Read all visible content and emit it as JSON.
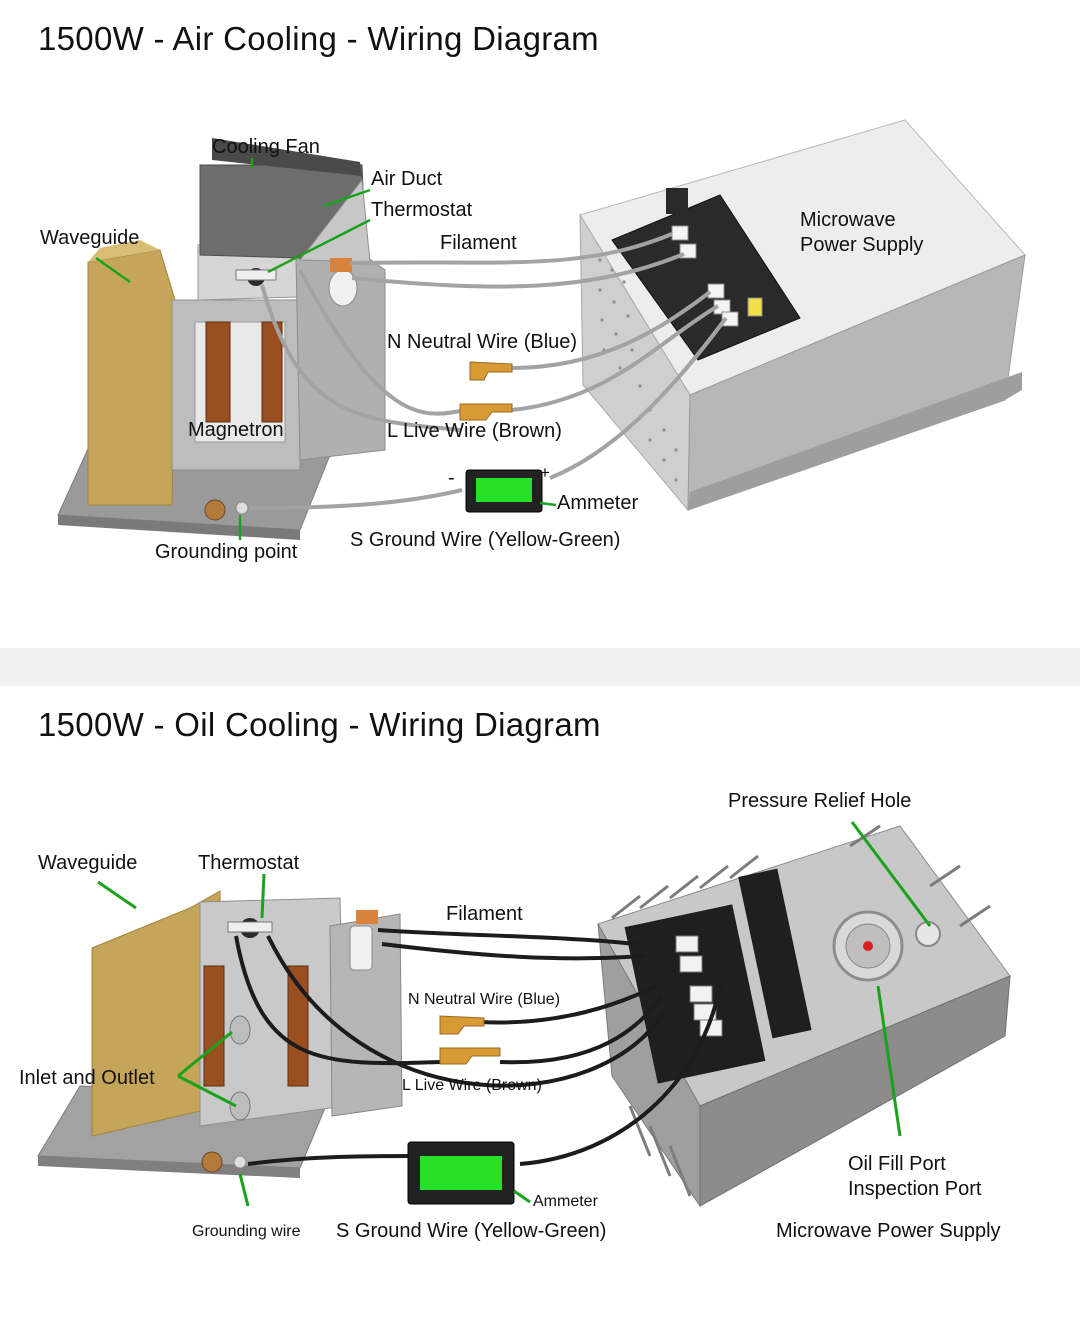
{
  "air": {
    "title": "1500W - Air Cooling - Wiring Diagram",
    "labels": {
      "cooling_fan": "Cooling Fan",
      "air_duct": "Air Duct",
      "thermostat": "Thermostat",
      "waveguide": "Waveguide",
      "filament": "Filament",
      "power_supply_line1": "Microwave",
      "power_supply_line2": "Power Supply",
      "neutral": "N Neutral Wire (Blue)",
      "magnetron": "Magnetron",
      "live": "L Live Wire (Brown)",
      "minus": "-",
      "plus": "+",
      "ammeter": "Ammeter",
      "grounding_point": "Grounding point",
      "ground_wire": "S Ground Wire (Yellow-Green)"
    }
  },
  "oil": {
    "title": "1500W - Oil Cooling - Wiring Diagram",
    "labels": {
      "pressure_relief": "Pressure Relief Hole",
      "waveguide": "Waveguide",
      "thermostat": "Thermostat",
      "filament": "Filament",
      "neutral": "N Neutral Wire (Blue)",
      "inlet_outlet": "Inlet and Outlet",
      "live": "L Live Wire (Brown)",
      "oil_fill": "Oil Fill Port",
      "inspection": "Inspection Port",
      "ammeter": "Ammeter",
      "grounding_wire": "Grounding wire",
      "ground_wire": "S Ground Wire (Yellow-Green)",
      "power_supply": "Microwave Power Supply"
    }
  },
  "colors": {
    "leader": "#1aa31a",
    "gray_wire": "#a3a3a3",
    "black_wire": "#1c1c1c",
    "waveguide": "#c7a95e",
    "ammeter_display": "#28e028",
    "terminal_brass": "#d89a35",
    "divider": "#f1f1f1"
  }
}
